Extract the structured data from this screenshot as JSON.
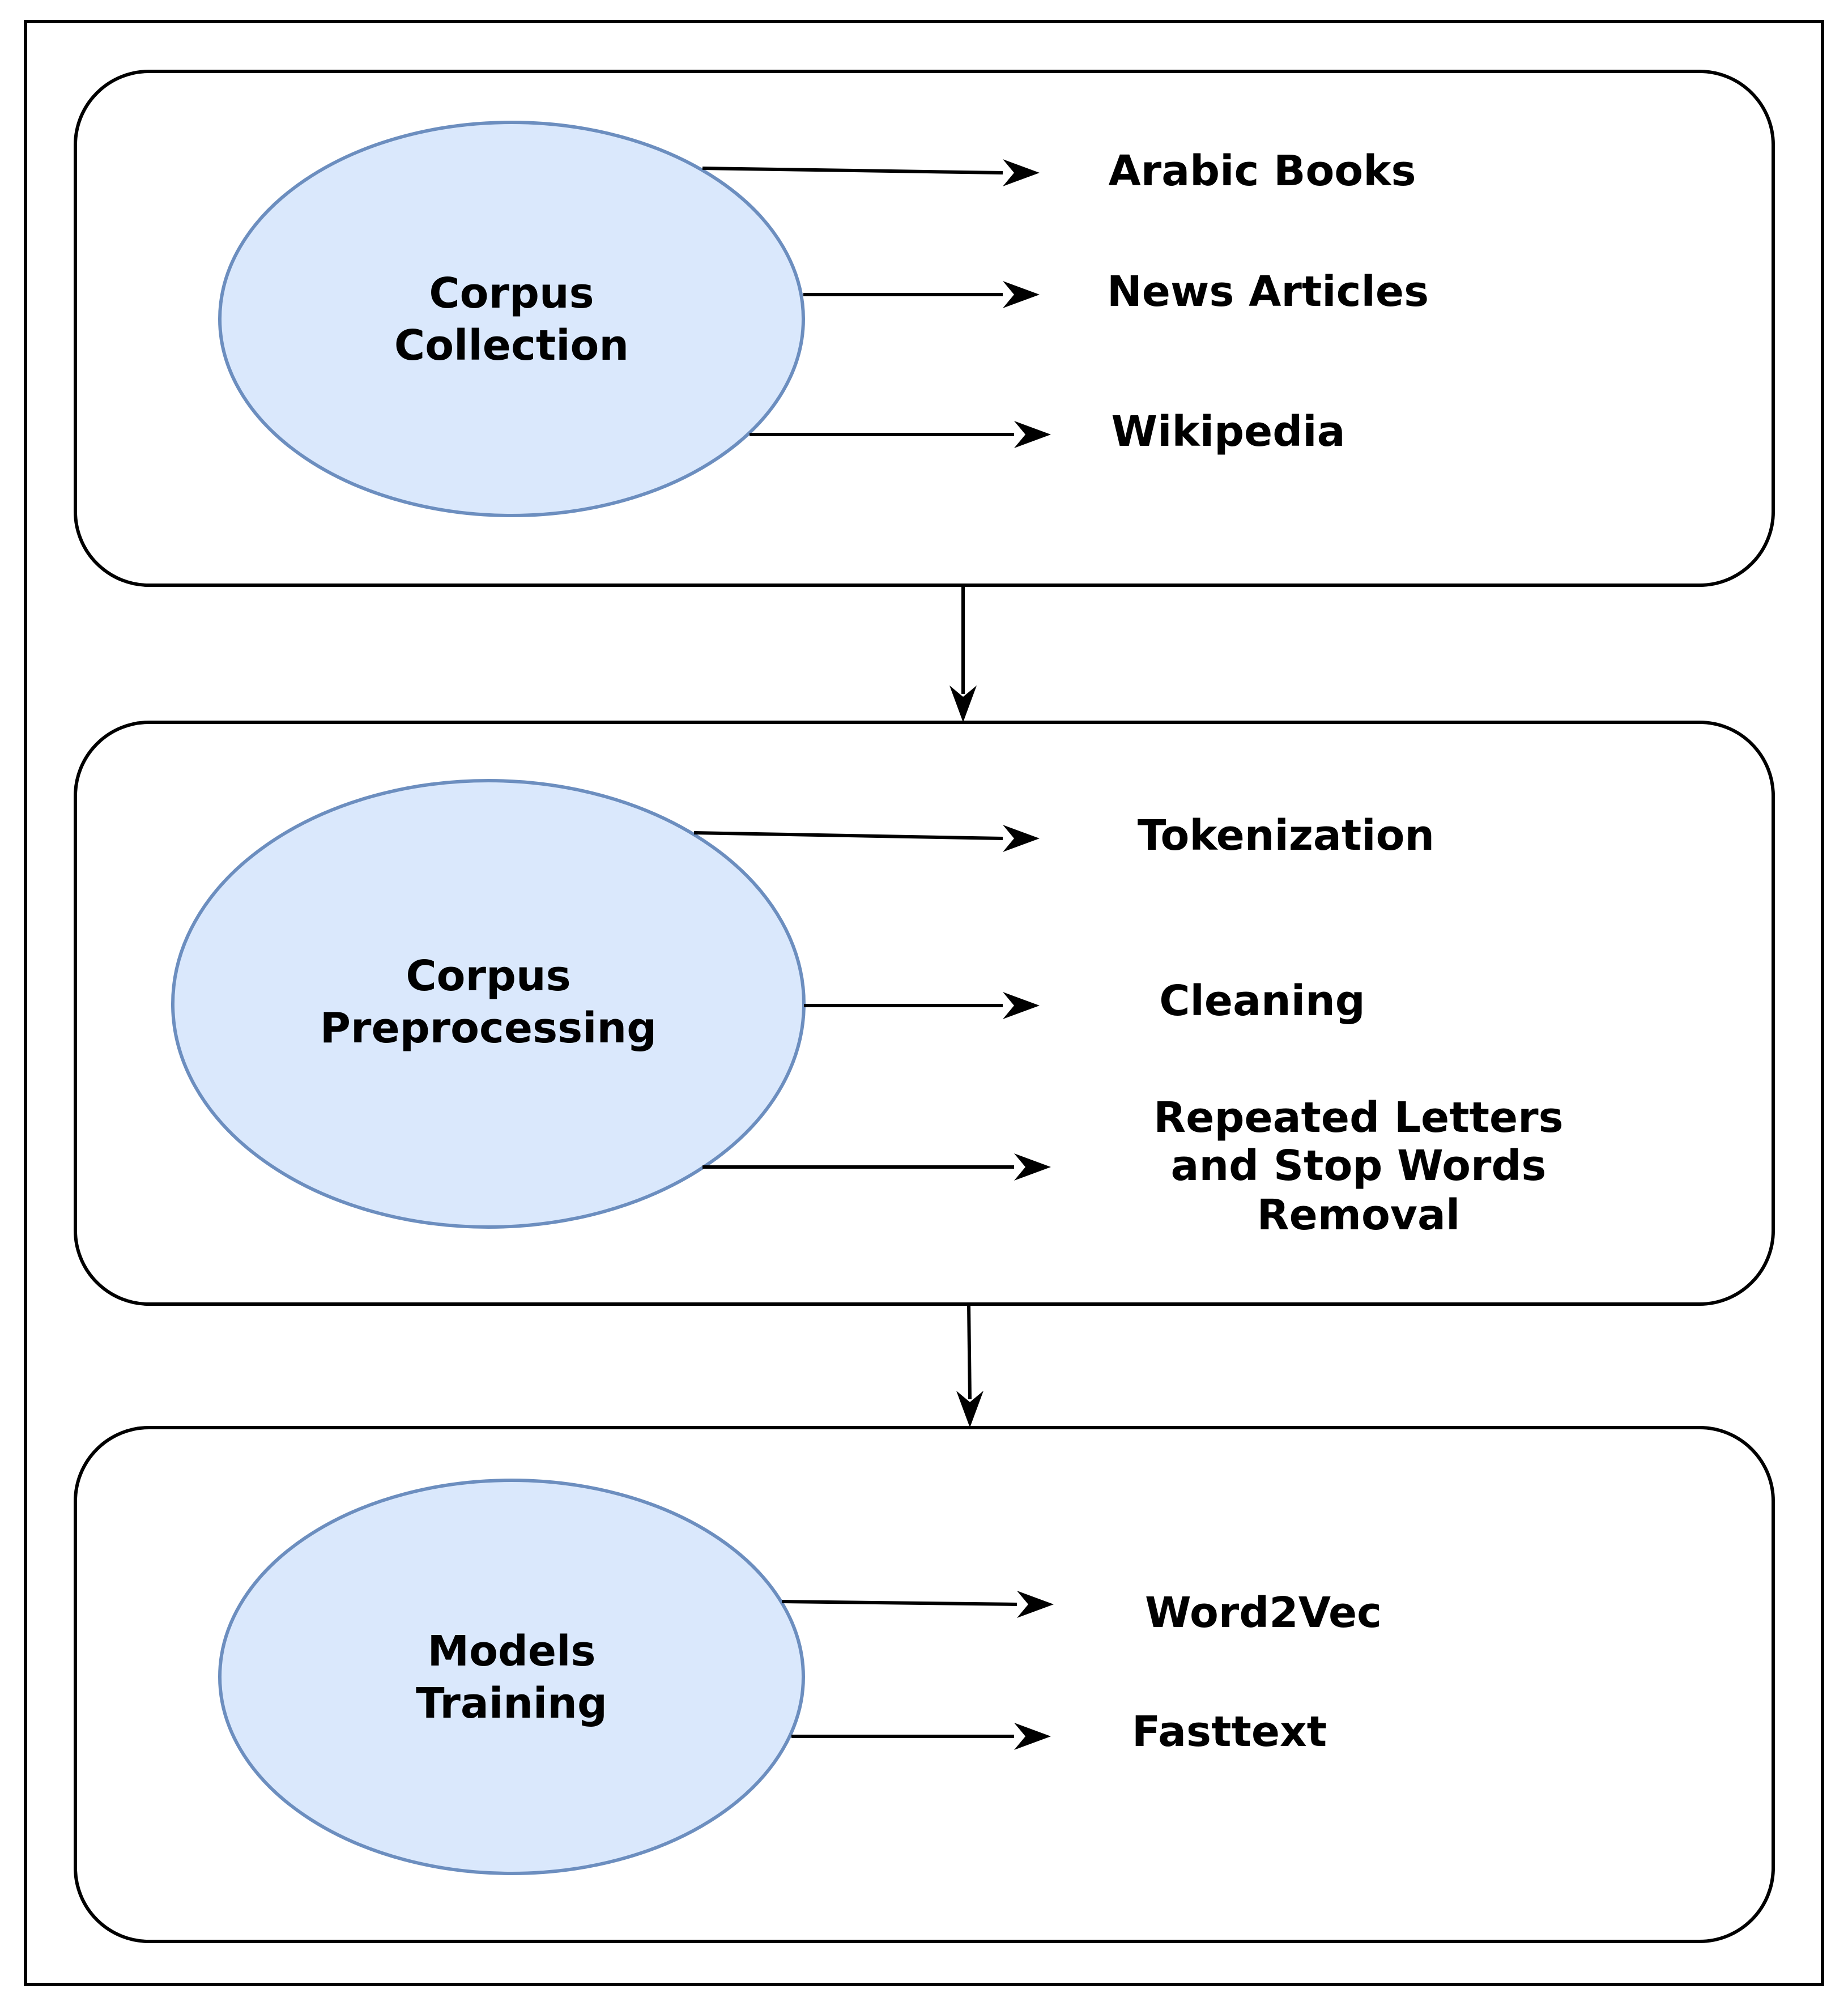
{
  "stages": [
    {
      "node_lines": [
        "Corpus",
        "Collection"
      ],
      "items": [
        {
          "lines": [
            "Arabic Books"
          ]
        },
        {
          "lines": [
            "News Articles"
          ]
        },
        {
          "lines": [
            "Wikipedia"
          ]
        }
      ]
    },
    {
      "node_lines": [
        "Corpus",
        "Preprocessing"
      ],
      "items": [
        {
          "lines": [
            "Tokenization"
          ]
        },
        {
          "lines": [
            "Cleaning"
          ]
        },
        {
          "lines": [
            "Repeated Letters",
            "and Stop Words",
            "Removal"
          ]
        }
      ]
    },
    {
      "node_lines": [
        "Models",
        "Training"
      ],
      "items": [
        {
          "lines": [
            "Word2Vec"
          ]
        },
        {
          "lines": [
            "Fasttext"
          ]
        }
      ]
    }
  ],
  "colors": {
    "node_fill": "#dae8fc",
    "node_stroke": "#6c8ebf",
    "line": "#000000"
  }
}
